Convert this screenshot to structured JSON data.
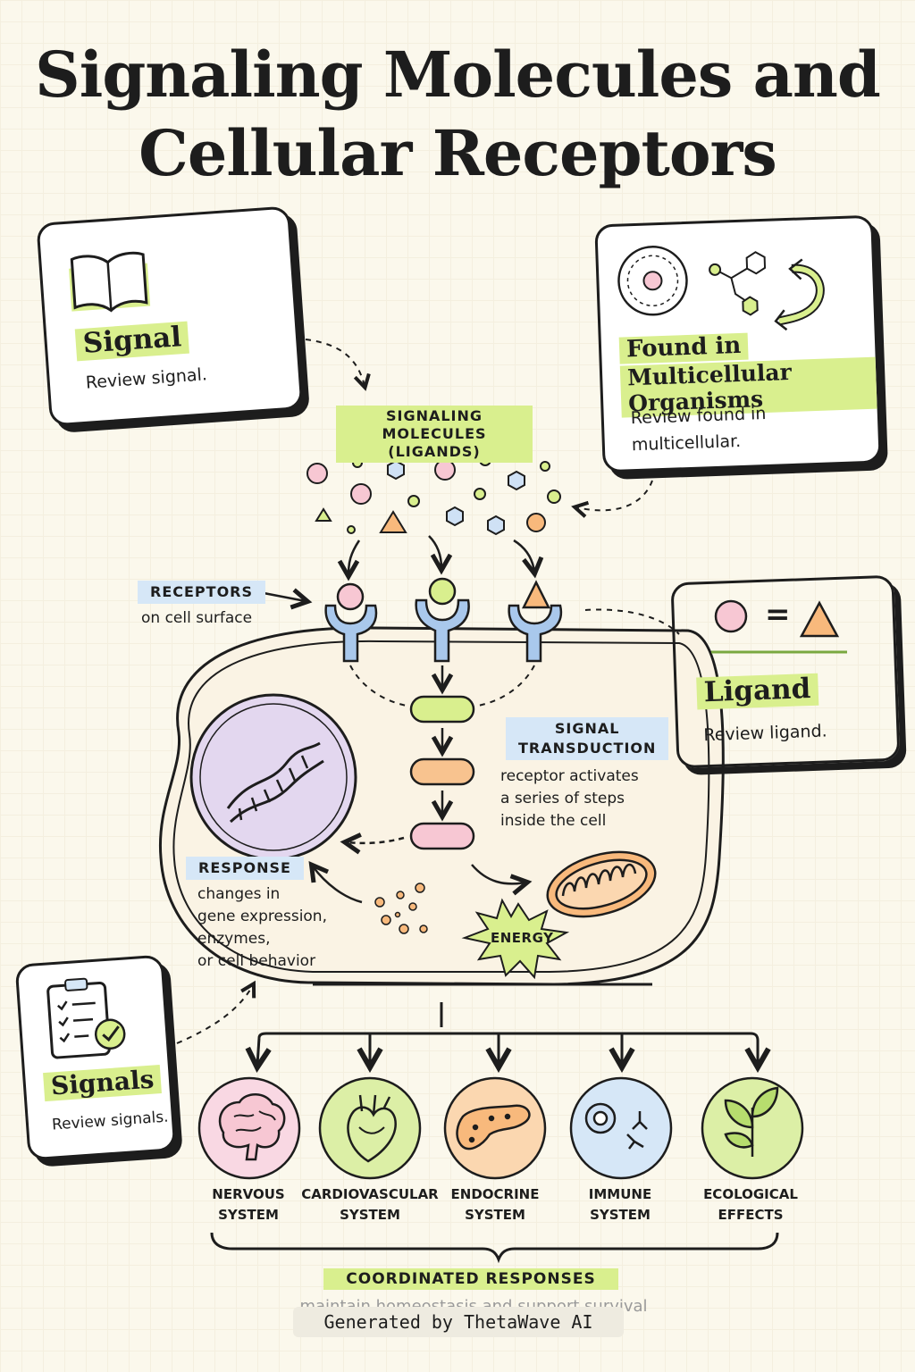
{
  "title": {
    "line1": "Signaling Molecules and",
    "line2": "Cellular Receptors"
  },
  "cards": {
    "signal": {
      "title": "Signal",
      "text": "Review signal."
    },
    "found": {
      "title_line1": "Found in",
      "title_line2": "Multicellular Organisms",
      "text_line1": "Review found in",
      "text_line2": "multicellular."
    },
    "ligand": {
      "title": "Ligand",
      "text": "Review ligand."
    },
    "signals": {
      "title": "Signals",
      "text": "Review signals."
    }
  },
  "labels": {
    "ligands_line1": "SIGNALING MOLECULES",
    "ligands_line2": "(LIGANDS)",
    "receptors": "RECEPTORS",
    "receptors_sub": "on cell surface",
    "transduction_line1": "SIGNAL",
    "transduction_line2": "TRANSDUCTION",
    "transduction_desc": [
      "receptor activates",
      "a series of steps",
      "inside the cell"
    ],
    "response": "RESPONSE",
    "response_desc": [
      "changes in",
      "gene expression,",
      "enzymes,",
      "or cell behavior"
    ],
    "energy": "ENERGY",
    "equation_sign": "="
  },
  "systems": [
    {
      "line1": "NERVOUS",
      "line2": "SYSTEM",
      "icon": "brain-icon",
      "color": "#f9d8e3"
    },
    {
      "line1": "CARDIOVASCULAR",
      "line2": "SYSTEM",
      "icon": "heart-icon",
      "color": "#dcefa6"
    },
    {
      "line1": "ENDOCRINE",
      "line2": "SYSTEM",
      "icon": "pancreas-icon",
      "color": "#fbd7b0"
    },
    {
      "line1": "IMMUNE",
      "line2": "SYSTEM",
      "icon": "immune-cell-icon",
      "color": "#d6e7f7"
    },
    {
      "line1": "ECOLOGICAL",
      "line2": "EFFECTS",
      "icon": "plant-icon",
      "color": "#dcefa6"
    }
  ],
  "coordinated": {
    "label": "COORDINATED RESPONSES",
    "subtitle": "maintain homeostasis and support survival"
  },
  "footer": "Generated by ThetaWave AI",
  "colors": {
    "green": "#d9ef8e",
    "blue": "#a9c8ec",
    "pink": "#f7b9c8",
    "orange": "#f8b97c",
    "ink": "#1d1d1d",
    "background": "#fbf8ec"
  }
}
